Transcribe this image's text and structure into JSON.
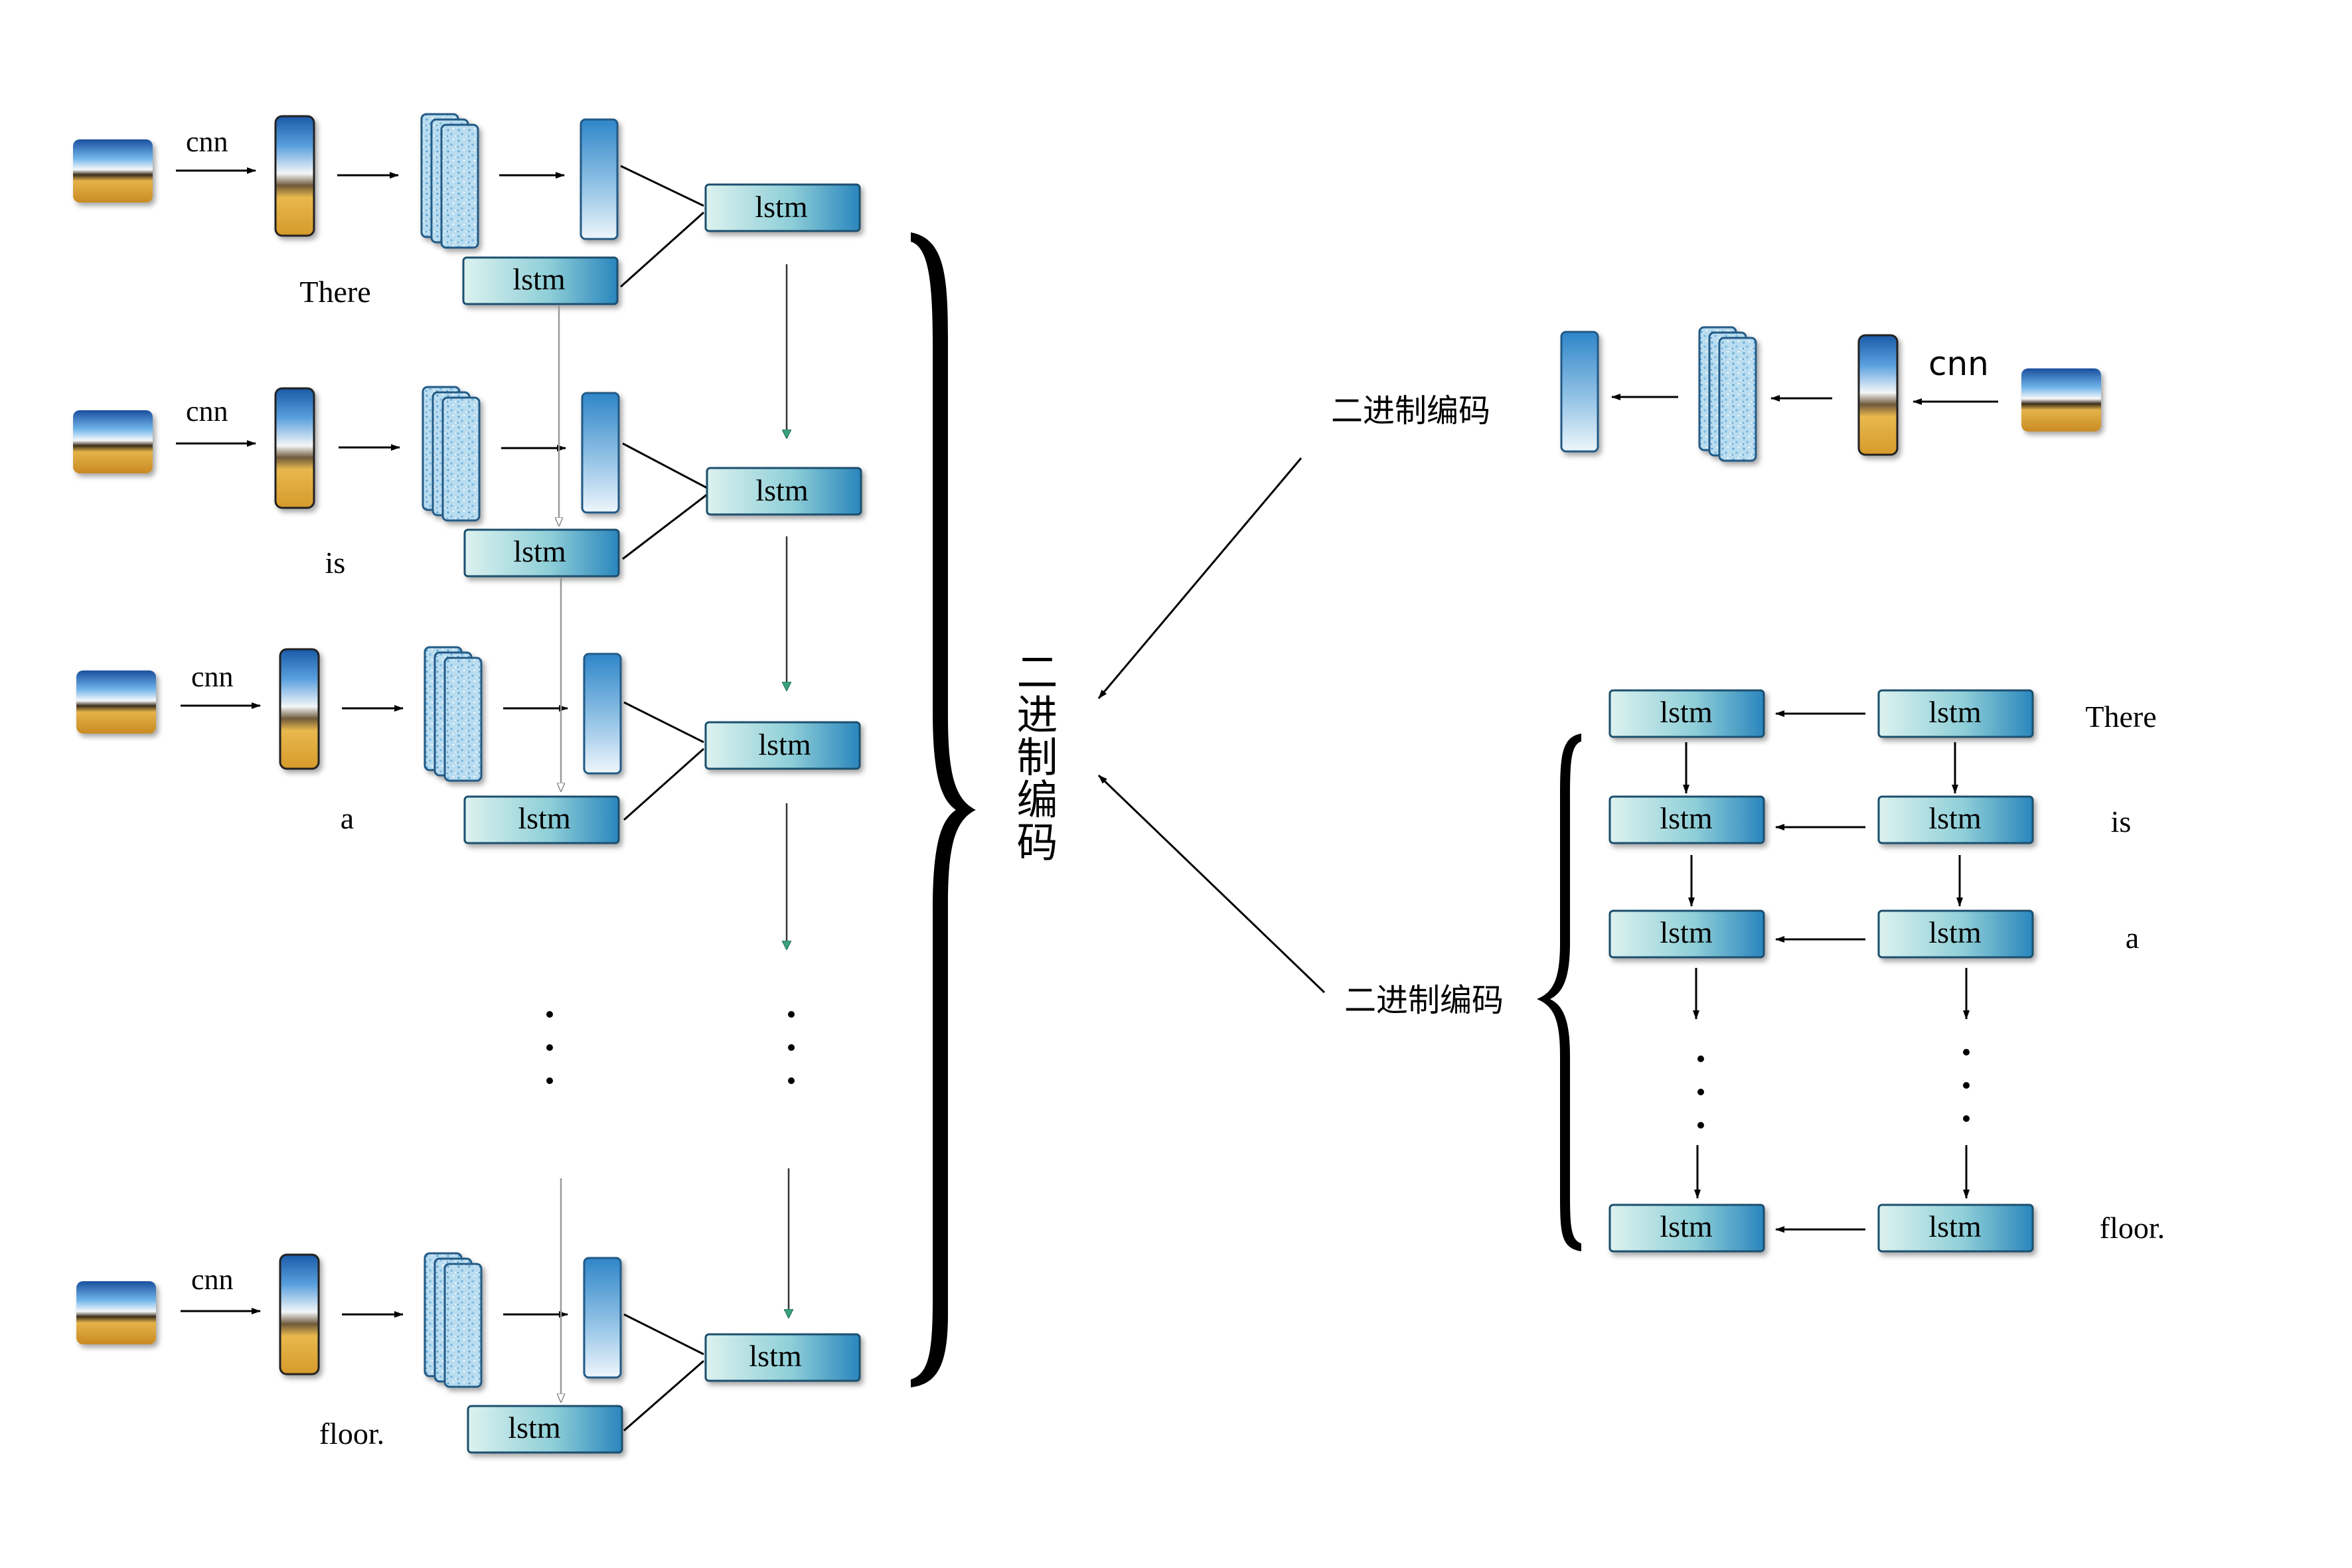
{
  "labels": {
    "cnn": "cnn",
    "lstm": "lstm",
    "binary_code": "二进制编码",
    "binary_code_vertical": "二进制编码"
  },
  "words": [
    "There",
    "is",
    "a",
    "floor."
  ],
  "colors": {
    "lstm_light": "#d8f0ee",
    "lstm_dark": "#2f8fc0",
    "feature_blue": "#2e86c8",
    "sky_blue": "#1a5fb0",
    "sand": "#d9a43a",
    "arrow_gray": "#999999",
    "arrow_green": "#3aa080"
  }
}
